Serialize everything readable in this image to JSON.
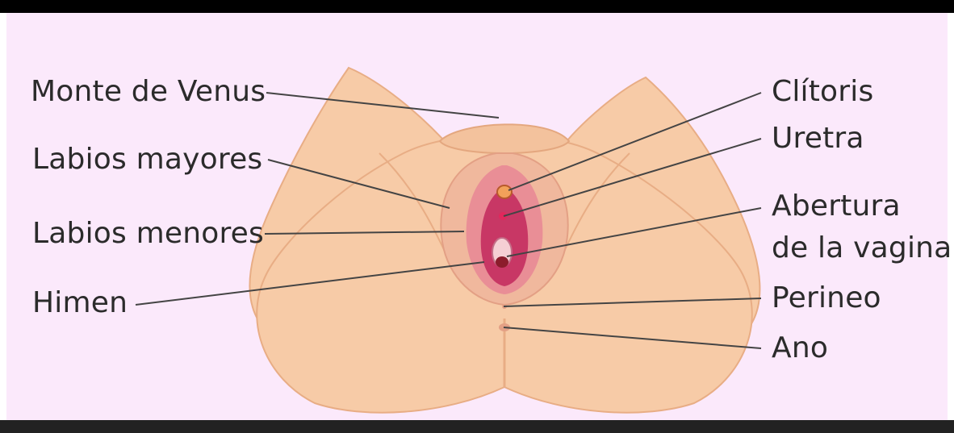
{
  "labels": {
    "monte": "Monte de Venus",
    "labios_mayores": "Labios mayores",
    "labios_menores": "Labios menores",
    "himen": "Himen",
    "clitoris": "Clítoris",
    "uretra": "Uretra",
    "abertura_1": "Abertura",
    "abertura_2": "de la vagina",
    "perineo": "Perineo",
    "ano": "Ano"
  },
  "colors": {
    "background": "#fbe9fb",
    "skin": "#f7cba7",
    "skin_shadow": "#e8ad85",
    "labia_outer": "#f1b39b",
    "labia_inner": "#e57f8b",
    "vestibule": "#c83765",
    "opening": "#8c1c2c",
    "text": "#2b2b2b"
  }
}
